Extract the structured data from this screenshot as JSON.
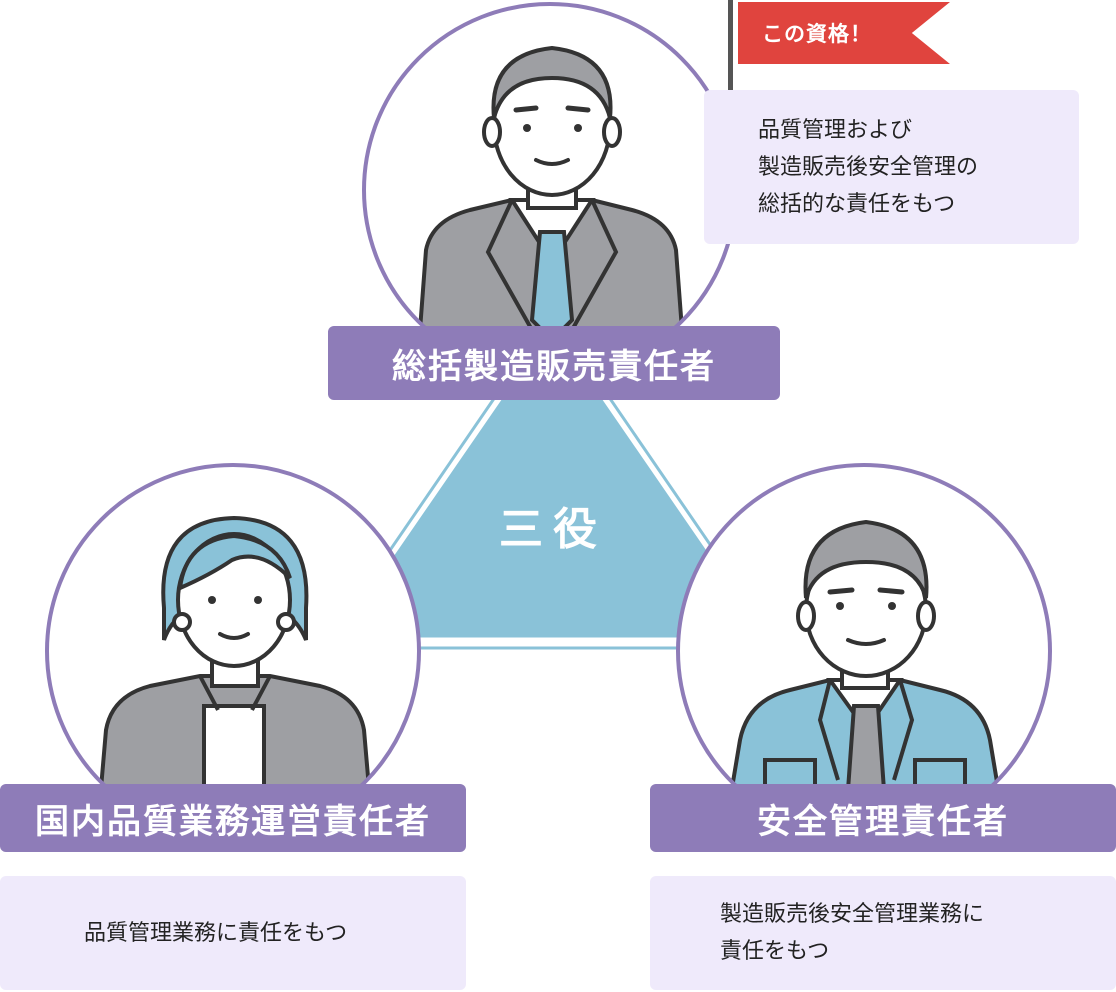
{
  "diagram": {
    "center_label": "三役",
    "colors": {
      "accent_purple": "#8e7cb8",
      "triangle_blue": "#8ac2d8",
      "flag_red": "#e0443e",
      "box_lavender": "#efeafb"
    },
    "top": {
      "title": "総括製造販売責任者",
      "flag": "この資格！",
      "description": [
        "品質管理および",
        "製造販売後安全管理の",
        "総括的な責任をもつ"
      ]
    },
    "left": {
      "title": "国内品質業務運営責任者",
      "description": [
        "品質管理業務に責任をもつ"
      ]
    },
    "right": {
      "title": "安全管理責任者",
      "description": [
        "製造販売後安全管理業務に",
        "責任をもつ"
      ]
    }
  }
}
